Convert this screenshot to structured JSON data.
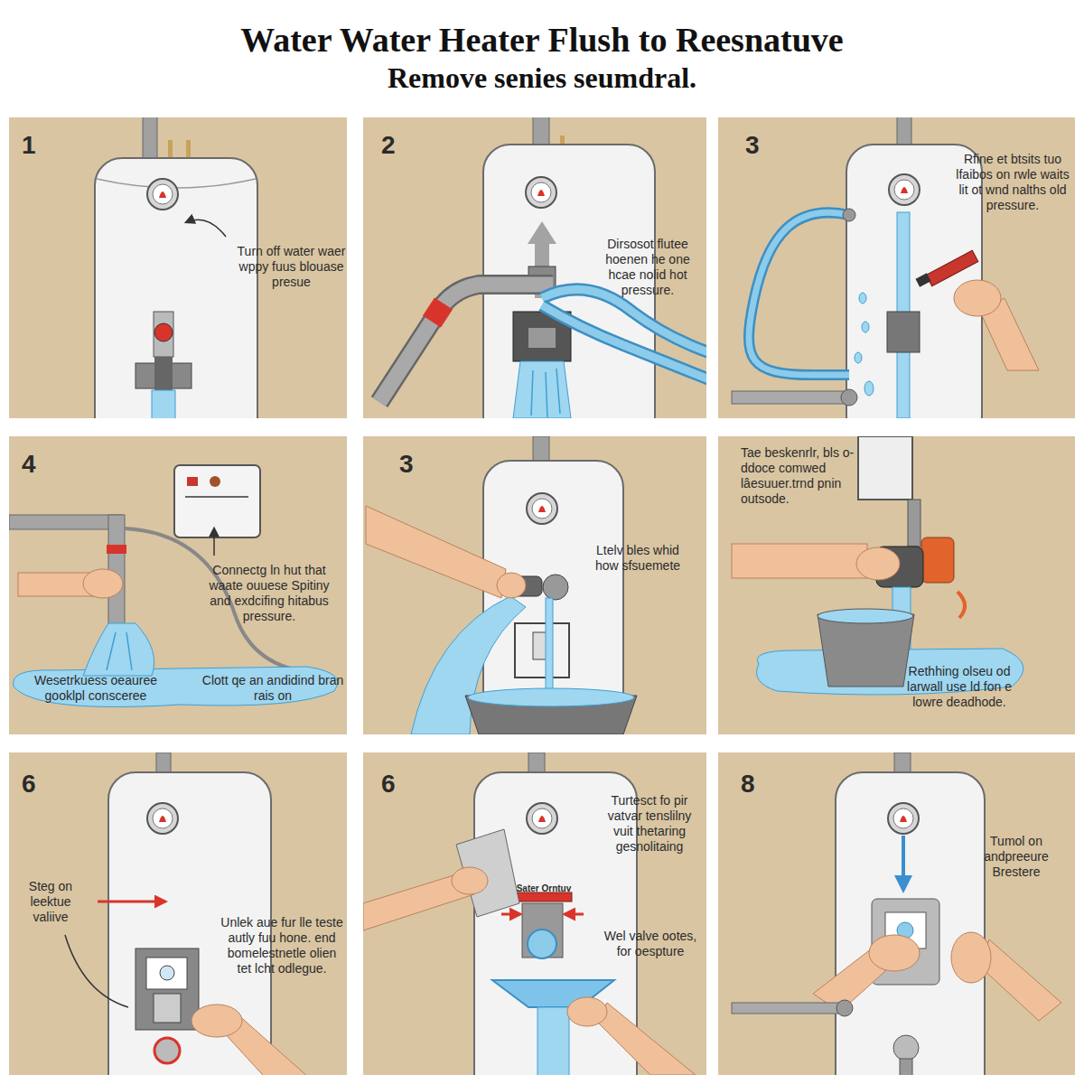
{
  "diagram": {
    "title": "Water Water Heater Flush to Reesnatuve",
    "nodes": [
      {
        "text": [
          "1",
          "Turn off water waer wppy fuus blouase presue"
        ]
      },
      {
        "text": [
          "2",
          "Dirsosot flutee hoenen he one hcae nolid hot pressure."
        ]
      },
      {
        "text": [
          "3",
          "Rfine et btsits tuo lfaibos on rwle waits lit ot wnd nalths old pressure."
        ]
      },
      {
        "text": [
          "4",
          "Connectg ln hut that waate ouuese Spitiny and exdcifing hitabus pressure.",
          "Wesetrkuess oeauree gooklpl consceree",
          "Clott qe an andidind bran rais on"
        ]
      },
      {
        "text": [
          "3",
          "Ltelv bles whid how sfsuemete"
        ]
      },
      {
        "text": [
          "Tae beskenrlr, bls o-ddoce comwed lâesuuer.trnd pnin outsode.",
          "Rethhing olseu od larwall use ld fon e lowre deadhode."
        ]
      },
      {
        "text": [
          "6",
          "Steg on leektue valiive",
          "Unlek aue fur lle teste autly fuu hone. end bomelestnetle olien tet lcht odlegue."
        ]
      },
      {
        "text": [
          "6",
          "Turtesct fo pir vatvar tenslilny vuit thetaring gesnolitaing",
          "Sater Orntuv",
          "Wel valve ootes, for oespture"
        ]
      },
      {
        "text": [
          "8",
          "Tumol on andpreeure Brestere"
        ]
      }
    ],
    "edges": [],
    "labels": [
      "Remove senies seumdral."
    ]
  }
}
